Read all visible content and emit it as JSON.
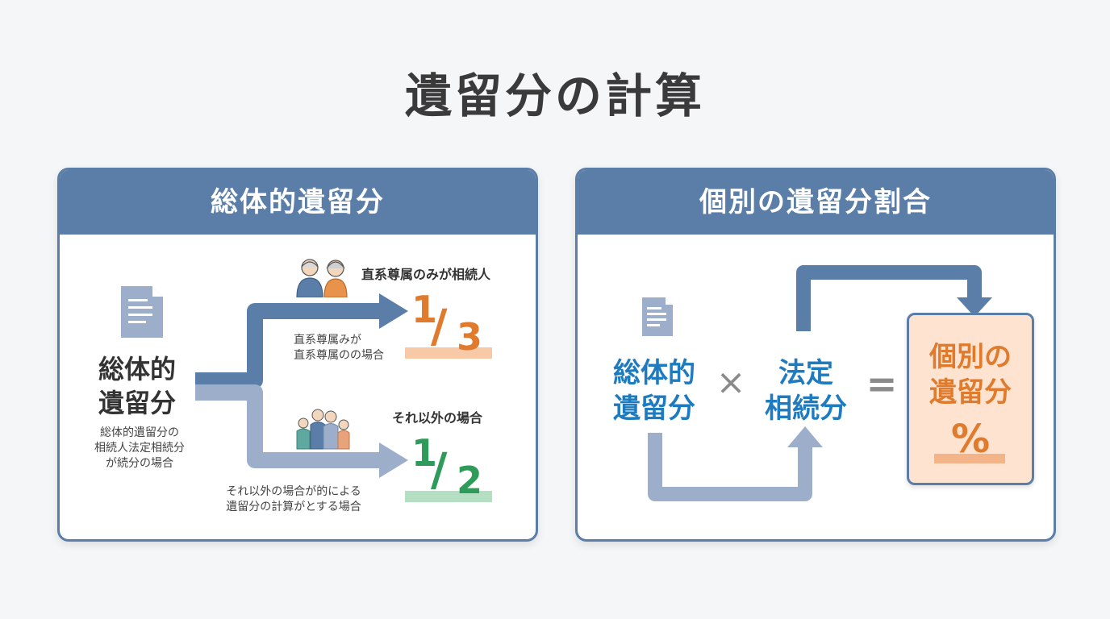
{
  "title": "遺留分の計算",
  "left_panel": {
    "header": "総体的遺留分",
    "center_label_line1": "総体的",
    "center_label_line2": "遺留分",
    "center_note_line1": "総体的遺留分の",
    "center_note_line2": "相続人法定相続分",
    "center_note_line3": "が続分の場合",
    "upper_case": {
      "label": "直系尊属のみが相続人",
      "fraction_num": "1",
      "fraction_slash": "/",
      "fraction_den": "3",
      "note_line1": "直系尊属みが",
      "note_line2": "直系尊属のの場合"
    },
    "lower_case": {
      "label": "それ以外の場合",
      "fraction_num": "1",
      "fraction_slash": "/",
      "fraction_den": "2",
      "note_line1": "それ以外の場合が的による",
      "note_line2": "遺留分の計算がとする場合"
    }
  },
  "right_panel": {
    "header": "個別の遺留分割合",
    "term1_line1": "総体的",
    "term1_line2": "遺留分",
    "times": "×",
    "term2_line1": "法定",
    "term2_line2": "相続分",
    "equals": "=",
    "result_line1": "個別の",
    "result_line2": "遺留分",
    "result_symbol": "%"
  },
  "colors": {
    "header_bg": "#5b7ea8",
    "arrow_dark": "#5b7ea8",
    "arrow_light": "#9daecb",
    "orange": "#e07b2e",
    "green": "#2e9b5a",
    "blue_text": "#1f7bbf"
  },
  "icons": [
    "document-icon",
    "elderly-couple-icon",
    "family-group-icon",
    "arrow-icon"
  ]
}
